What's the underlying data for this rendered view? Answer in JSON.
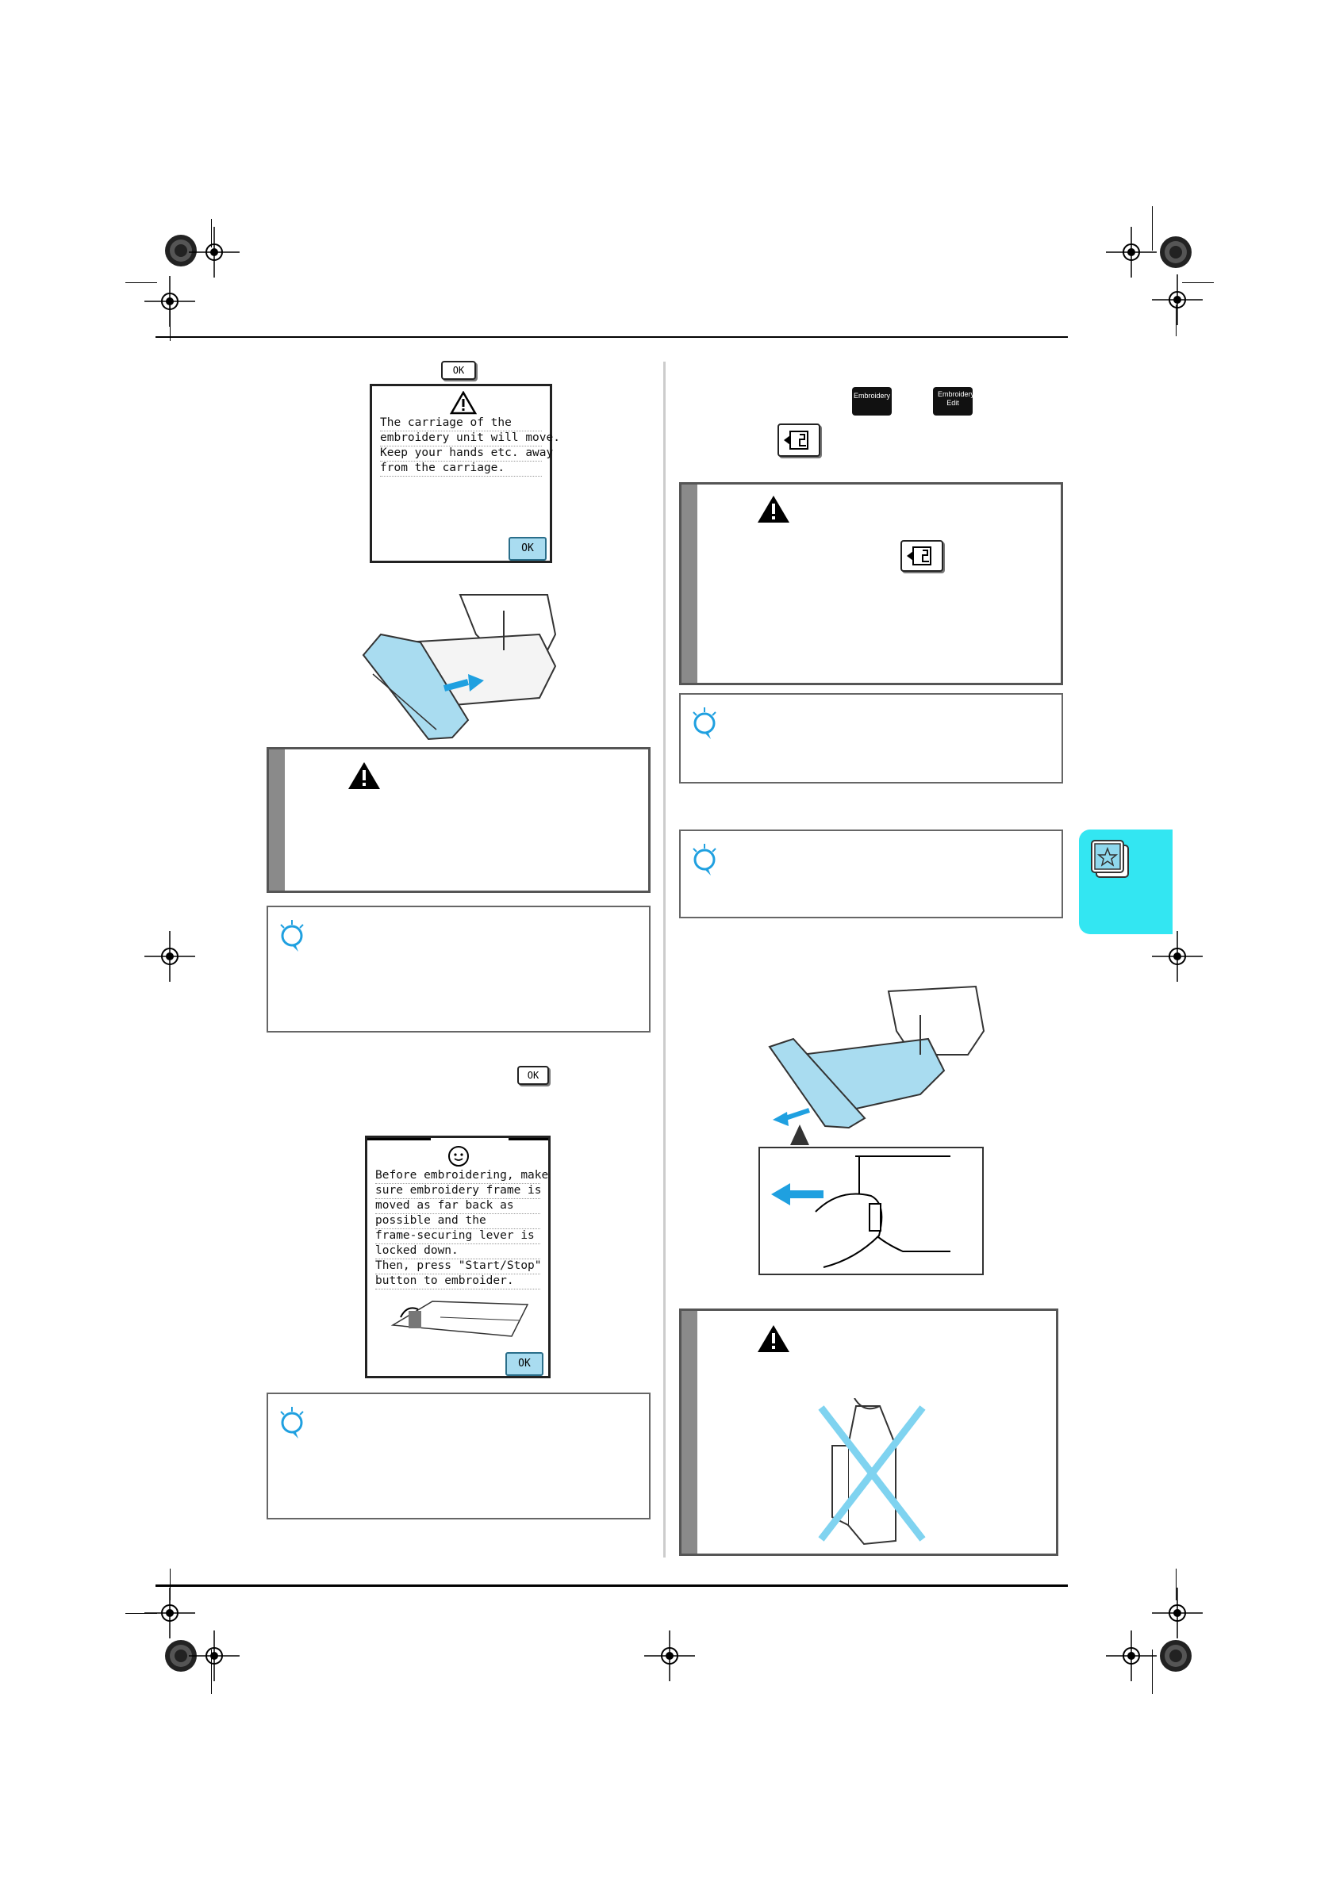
{
  "buttons": {
    "ok_label": "OK",
    "embroidery_label": "Embroidery",
    "embroidery_edit_label": "Embroidery Edit"
  },
  "screen1": {
    "lines": [
      "The carriage of the",
      "embroidery unit will move.",
      "Keep your hands etc. away",
      "from the carriage."
    ],
    "ok_label": "OK"
  },
  "screen2": {
    "lines": [
      "Before embroidering, make",
      "sure embroidery frame is",
      "moved as far back as",
      "possible and the",
      "frame-securing lever is",
      "locked down.",
      "Then, press \"Start/Stop\"",
      "button to embroider."
    ],
    "ok_label": "OK"
  },
  "icons": {
    "warning": "warning-triangle-icon",
    "note": "note-bubble-icon",
    "smiley": "smiley-face-icon",
    "move_carriage": "carriage-move-icon",
    "chapter_tab": "embroidery-chapter-icon"
  },
  "colors": {
    "accent_cyan": "#33e6f2",
    "illustration_blue": "#a9dcf0",
    "arrow_blue": "#1fa0e0",
    "caution_bar": "#8a8a8a"
  }
}
